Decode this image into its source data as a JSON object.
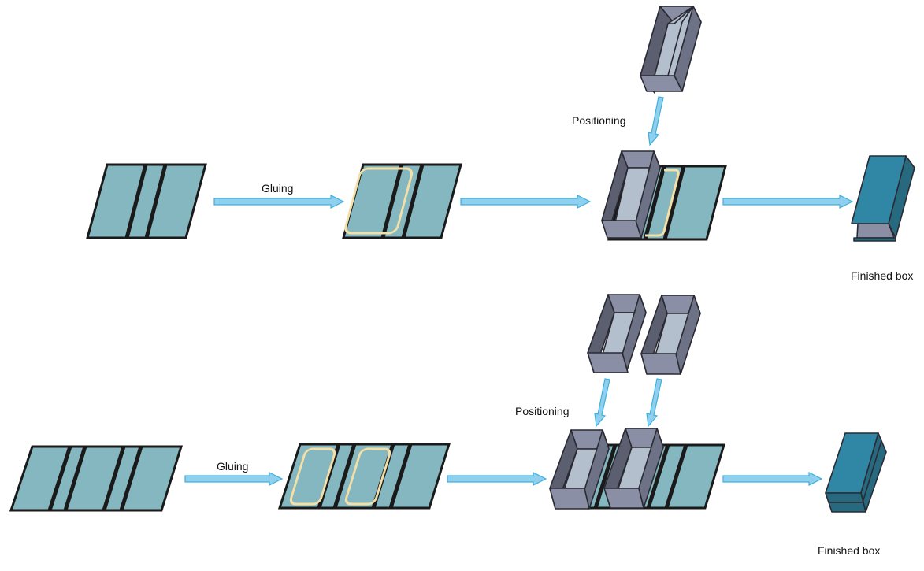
{
  "title": "Box assembly process: gluing, tray positioning and wrapping",
  "colors": {
    "board": "#84b7bf",
    "board_outline": "#1a1a1a",
    "glue_line": "#f3dfa8",
    "arrow_fill": "#8fd0ee",
    "arrow_stroke": "#3fb0de",
    "tray_top": "#8b8fa6",
    "tray_side_dark": "#5c5f70",
    "tray_side_mid": "#6e7286",
    "tray_inner": "#b4bfcd",
    "tray_front": "#8b8fa6",
    "finished_top": "#2f87a5",
    "finished_side": "#276a80",
    "finished_base": "#8b8fa6"
  },
  "rows": [
    {
      "id": "single-tray",
      "steps": [
        {
          "name": "flat-board",
          "panels": 3
        },
        {
          "name": "glued-board",
          "glue_areas": 1
        },
        {
          "name": "tray-positioned",
          "trays": 1
        },
        {
          "name": "finished-box"
        }
      ],
      "labels": {
        "gluing": "Gluing",
        "positioning": "Positioning",
        "finished": "Finished box"
      }
    },
    {
      "id": "double-tray",
      "steps": [
        {
          "name": "flat-board",
          "panels": 5
        },
        {
          "name": "glued-board",
          "glue_areas": 2
        },
        {
          "name": "trays-positioned",
          "trays": 2
        },
        {
          "name": "finished-box"
        }
      ],
      "labels": {
        "gluing": "Gluing",
        "positioning": "Positioning",
        "finished": "Finished box"
      }
    }
  ]
}
